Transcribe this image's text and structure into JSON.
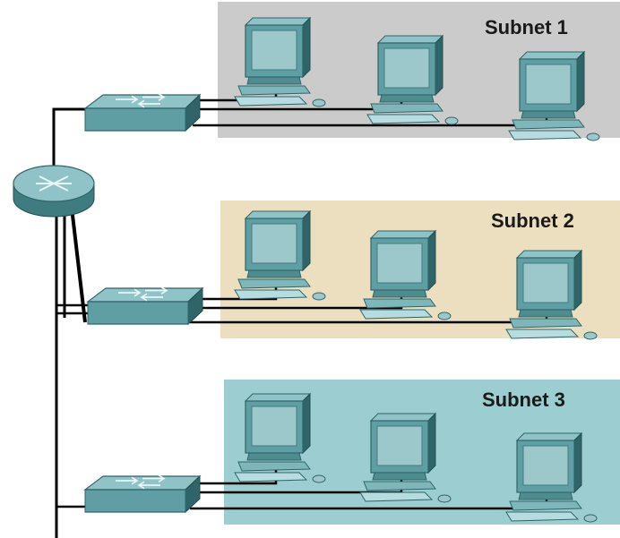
{
  "diagram": {
    "subnets": [
      {
        "label": "Subnet 1",
        "color": "#cbcbcb"
      },
      {
        "label": "Subnet 2",
        "color": "#ecdfbf"
      },
      {
        "label": "Subnet 3",
        "color": "#9ccdd0"
      }
    ],
    "device_icons": {
      "router": "router-icon",
      "switch": "switch-icon",
      "host": "desktop-computer-icon"
    },
    "colors": {
      "device_teal": "#5f9ea3",
      "device_dark": "#2f6569",
      "cable": "#000000"
    }
  }
}
